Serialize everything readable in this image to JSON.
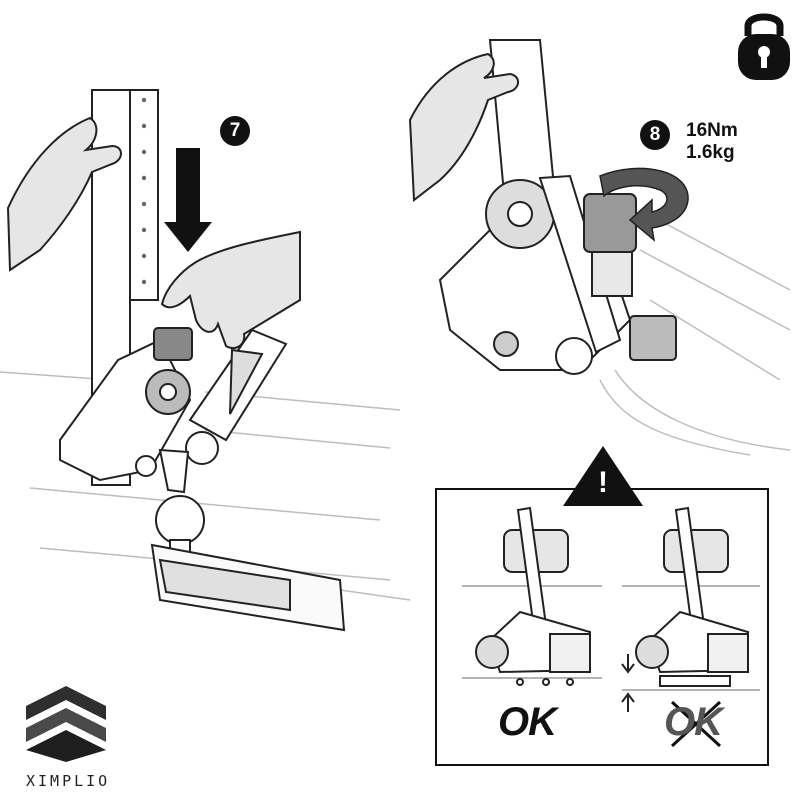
{
  "steps": {
    "step7": {
      "number": "7"
    },
    "step8": {
      "number": "8",
      "torque": "16Nm",
      "weight": "1.6kg"
    }
  },
  "warning": {
    "symbol": "!",
    "correct_label": "OK",
    "incorrect_label": "OK"
  },
  "brand": {
    "name": "XIMPLIO"
  },
  "icons": {
    "lock": "lock-icon",
    "warning": "warning-triangle-icon",
    "brand_logo": "ximplio-logo-icon"
  }
}
